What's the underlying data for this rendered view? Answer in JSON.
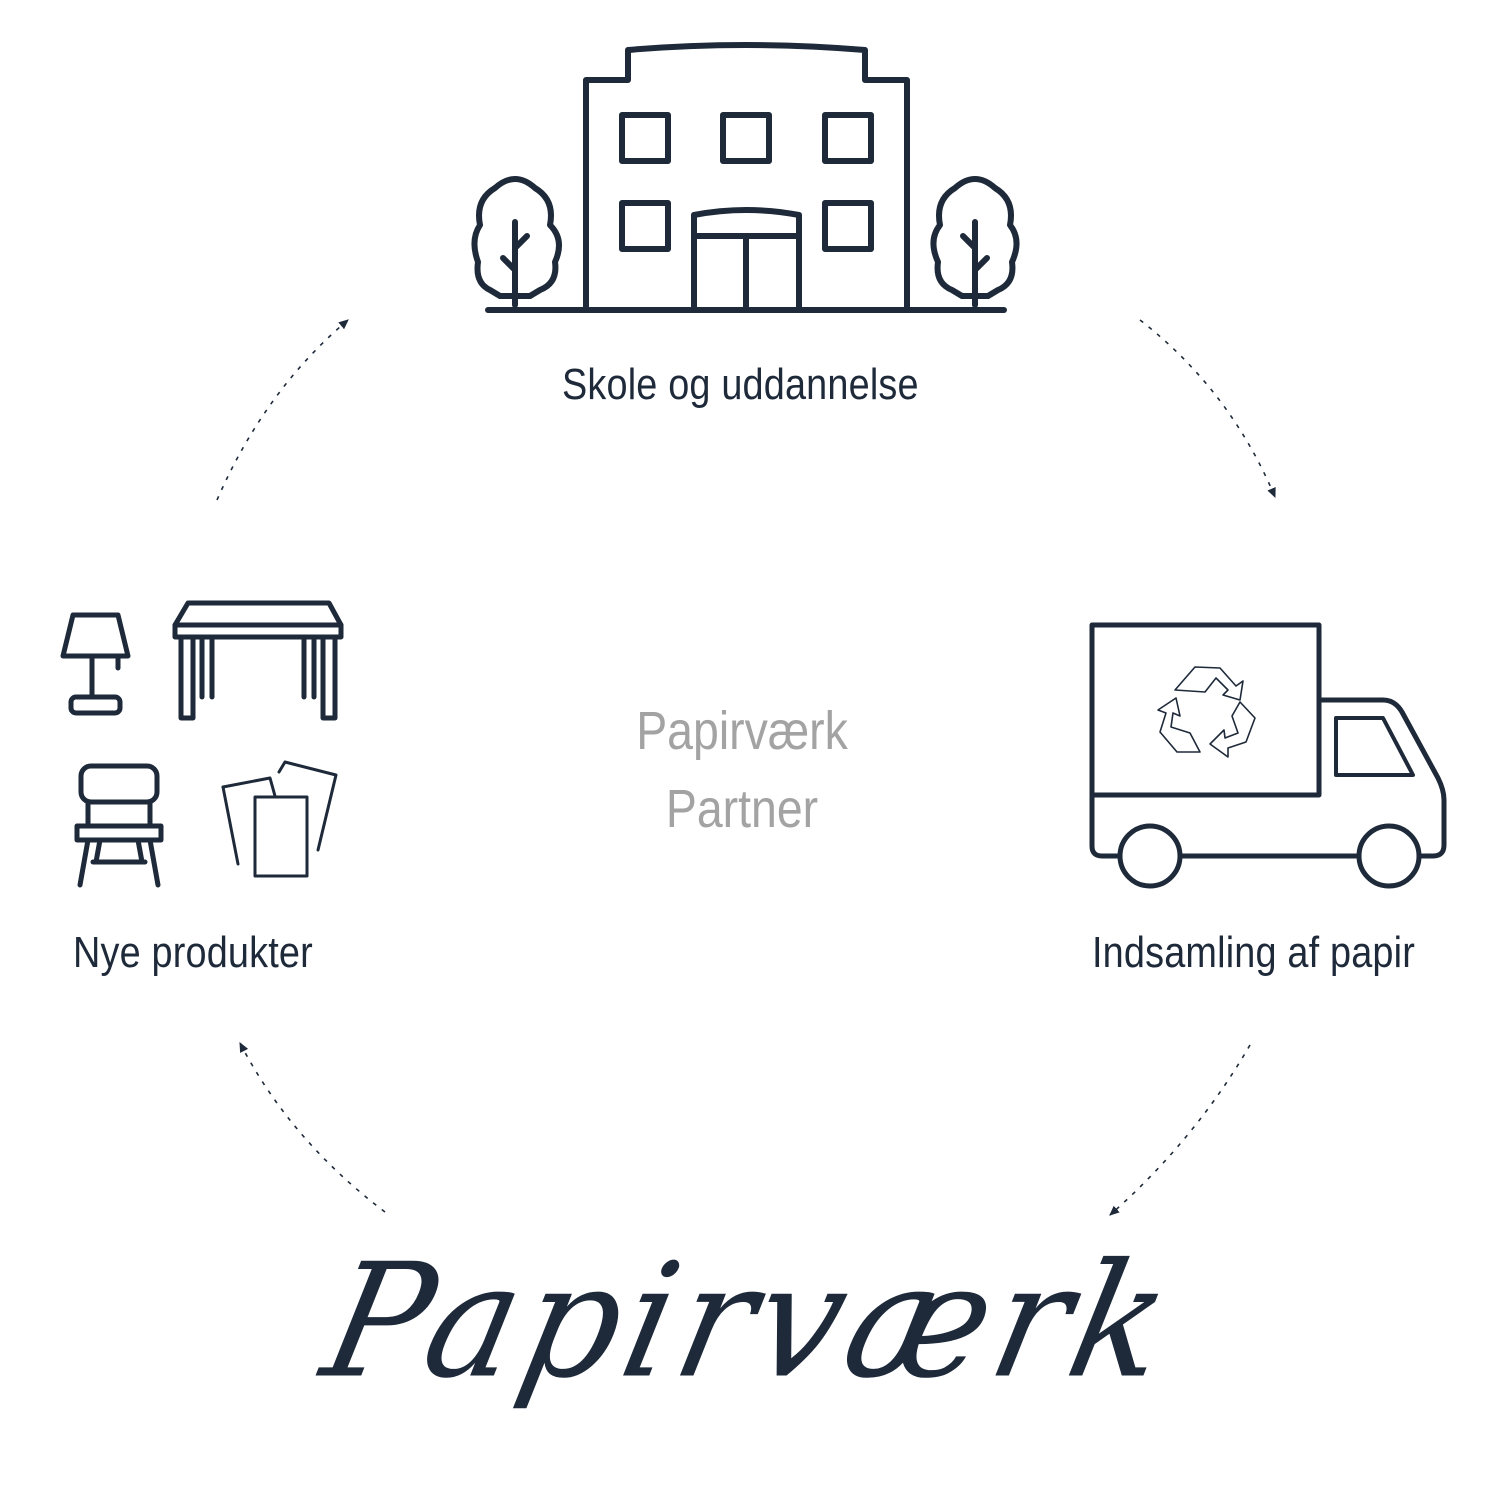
{
  "stages": {
    "top": {
      "label": "Skole og uddannelse",
      "icon": "school-building-icon"
    },
    "right": {
      "label": "Indsamling af papir",
      "icon": "recycling-truck-icon"
    },
    "left": {
      "label": "Nye produkter",
      "icon": "furniture-products-icon"
    }
  },
  "center": {
    "line1": "Papirværk",
    "line2": "Partner"
  },
  "brand": {
    "text": "Papirværk"
  },
  "colors": {
    "ink": "#1e2a3a",
    "muted": "#a3a3a3",
    "background": "#ffffff"
  }
}
